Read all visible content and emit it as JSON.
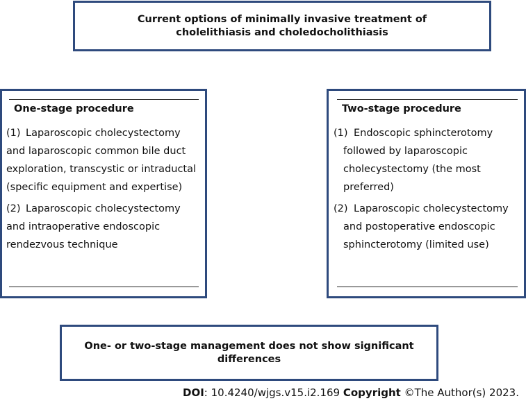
{
  "title": "Current options of minimally invasive treatment of cholelithiasis and choledocholithiasis",
  "one_stage": {
    "heading": "One-stage procedure",
    "items": [
      {
        "num": "(1)",
        "text": "Laparoscopic cholecystectomy and laparoscopic common bile duct exploration, transcystic or intraductal (specific equipment and expertise)"
      },
      {
        "num": "(2)",
        "text": "Laparoscopic cholecystectomy and intraoperative endoscopic rendezvous technique"
      }
    ]
  },
  "two_stage": {
    "heading": "Two-stage procedure",
    "items": [
      {
        "num": "(1)",
        "text": "Endoscopic sphincterotomy followed by laparoscopic cholecystectomy (the most preferred)"
      },
      {
        "num": "(2)",
        "text": "Laparoscopic cholecystectomy and postoperative endoscopic sphincterotomy (limited use)"
      }
    ]
  },
  "conclusion": "One- or two-stage management does not show significant differences",
  "footer": {
    "doi_label": "DOI",
    "doi_value": ": 10.4240/wjgs.v15.i2.169 ",
    "copyright_label": "Copyright",
    "copyright_value": " ©The Author(s) 2023."
  },
  "colors": {
    "box_border": "#2e4a7d"
  }
}
